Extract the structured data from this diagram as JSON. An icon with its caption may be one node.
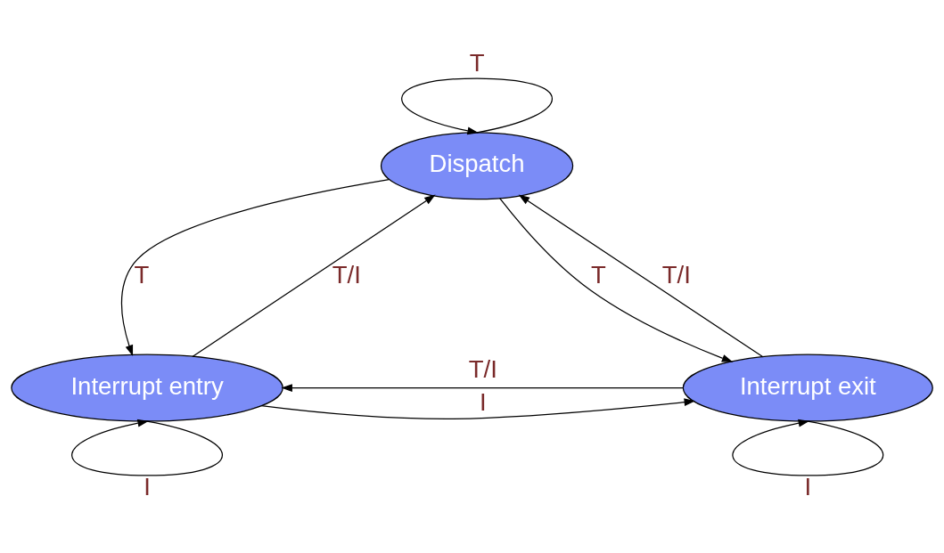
{
  "diagram": {
    "nodes": [
      {
        "text": [
          "Dispatch"
        ]
      },
      {
        "text": [
          "Interrupt entry"
        ]
      },
      {
        "text": [
          "Interrupt exit"
        ]
      }
    ],
    "edges": [
      {
        "from": 0,
        "to": 0,
        "arrow": "to",
        "label": "T"
      },
      {
        "from": 0,
        "to": 1,
        "arrow": "to",
        "label": "T"
      },
      {
        "from": 1,
        "to": 0,
        "arrow": "to",
        "label": "T/I"
      },
      {
        "from": 2,
        "to": 0,
        "arrow": "to",
        "label": "T/I"
      },
      {
        "from": 0,
        "to": 2,
        "arrow": "to",
        "label": "T"
      },
      {
        "from": 1,
        "to": 2,
        "arrow": "to",
        "label": "I"
      },
      {
        "from": 2,
        "to": 1,
        "arrow": "to",
        "label": "T/I"
      },
      {
        "from": 1,
        "to": 1,
        "arrow": "to",
        "label": "I"
      },
      {
        "from": 2,
        "to": 2,
        "arrow": "to",
        "label": "I"
      }
    ]
  }
}
